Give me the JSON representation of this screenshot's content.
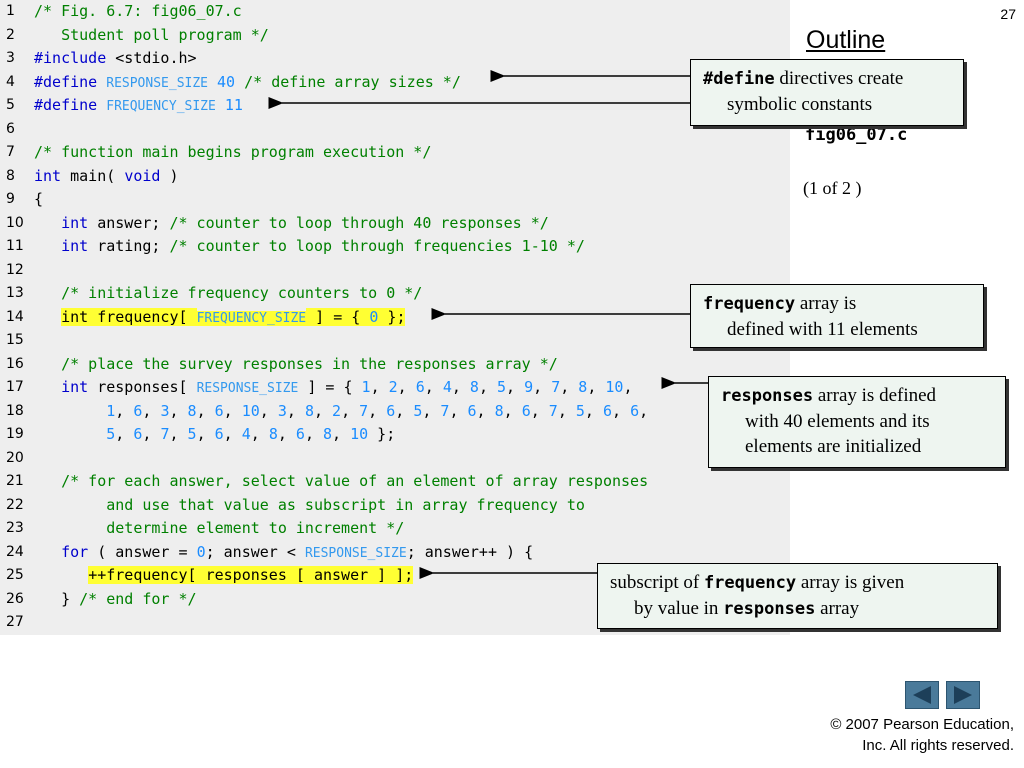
{
  "slide": {
    "number": "27",
    "outline_title": "Outline",
    "file_name": "fig06_07.c",
    "page_info": "(1 of 2 )",
    "copyright_line1": "© 2007 Pearson Education,",
    "copyright_line2": "Inc.  All rights reserved."
  },
  "code": [
    {
      "n": "1",
      "parts": [
        [
          "c",
          "/* Fig. 6.7: fig06_07.c"
        ]
      ]
    },
    {
      "n": "2",
      "parts": [
        [
          "c",
          "   Student poll program */"
        ]
      ]
    },
    {
      "n": "3",
      "parts": [
        [
          "k",
          "#include"
        ],
        [
          "t",
          " <stdio.h>"
        ]
      ]
    },
    {
      "n": "4",
      "parts": [
        [
          "k",
          "#define"
        ],
        [
          "t",
          " "
        ],
        [
          "m",
          "RESPONSE_SIZE"
        ],
        [
          "t",
          " "
        ],
        [
          "n",
          "40"
        ],
        [
          "t",
          " "
        ],
        [
          "c",
          "/* define array sizes */"
        ]
      ]
    },
    {
      "n": "5",
      "parts": [
        [
          "k",
          "#define"
        ],
        [
          "t",
          " "
        ],
        [
          "m",
          "FREQUENCY_SIZE"
        ],
        [
          "t",
          " "
        ],
        [
          "n",
          "11"
        ]
      ]
    },
    {
      "n": "6",
      "parts": []
    },
    {
      "n": "7",
      "parts": [
        [
          "c",
          "/* function main begins program execution */"
        ]
      ]
    },
    {
      "n": "8",
      "parts": [
        [
          "k",
          "int"
        ],
        [
          "t",
          " main( "
        ],
        [
          "k",
          "void"
        ],
        [
          "t",
          " )"
        ]
      ]
    },
    {
      "n": "9",
      "parts": [
        [
          "t",
          "{"
        ]
      ]
    },
    {
      "n": "10",
      "parts": [
        [
          "t",
          "   "
        ],
        [
          "k",
          "int"
        ],
        [
          "t",
          " answer; "
        ],
        [
          "c",
          "/* counter to loop through 40 responses */"
        ]
      ]
    },
    {
      "n": "11",
      "parts": [
        [
          "t",
          "   "
        ],
        [
          "k",
          "int"
        ],
        [
          "t",
          " rating; "
        ],
        [
          "c",
          "/* counter to loop through frequencies 1-10 */"
        ]
      ]
    },
    {
      "n": "12",
      "parts": []
    },
    {
      "n": "13",
      "parts": [
        [
          "t",
          "   "
        ],
        [
          "c",
          "/* initialize frequency counters to 0 */"
        ]
      ]
    },
    {
      "n": "14",
      "parts": [
        [
          "t",
          "   "
        ],
        [
          "hk",
          "int frequency[ "
        ],
        [
          "hm",
          "FREQUENCY_SIZE"
        ],
        [
          "hk",
          " ] = { "
        ],
        [
          "hn",
          "0"
        ],
        [
          "hk",
          " };"
        ]
      ]
    },
    {
      "n": "15",
      "parts": []
    },
    {
      "n": "16",
      "parts": [
        [
          "t",
          "   "
        ],
        [
          "c",
          "/* place the survey responses in the responses array */"
        ]
      ]
    },
    {
      "n": "17",
      "parts": [
        [
          "t",
          "   "
        ],
        [
          "k",
          "int"
        ],
        [
          "t",
          " responses[ "
        ],
        [
          "m",
          "RESPONSE_SIZE"
        ],
        [
          "t",
          " ] = { "
        ],
        [
          "n",
          "1"
        ],
        [
          "t",
          ", "
        ],
        [
          "n",
          "2"
        ],
        [
          "t",
          ", "
        ],
        [
          "n",
          "6"
        ],
        [
          "t",
          ", "
        ],
        [
          "n",
          "4"
        ],
        [
          "t",
          ", "
        ],
        [
          "n",
          "8"
        ],
        [
          "t",
          ", "
        ],
        [
          "n",
          "5"
        ],
        [
          "t",
          ", "
        ],
        [
          "n",
          "9"
        ],
        [
          "t",
          ", "
        ],
        [
          "n",
          "7"
        ],
        [
          "t",
          ", "
        ],
        [
          "n",
          "8"
        ],
        [
          "t",
          ", "
        ],
        [
          "n",
          "10"
        ],
        [
          "t",
          ","
        ]
      ]
    },
    {
      "n": "18",
      "parts": [
        [
          "t",
          "        "
        ],
        [
          "n",
          "1"
        ],
        [
          "t",
          ", "
        ],
        [
          "n",
          "6"
        ],
        [
          "t",
          ", "
        ],
        [
          "n",
          "3"
        ],
        [
          "t",
          ", "
        ],
        [
          "n",
          "8"
        ],
        [
          "t",
          ", "
        ],
        [
          "n",
          "6"
        ],
        [
          "t",
          ", "
        ],
        [
          "n",
          "10"
        ],
        [
          "t",
          ", "
        ],
        [
          "n",
          "3"
        ],
        [
          "t",
          ", "
        ],
        [
          "n",
          "8"
        ],
        [
          "t",
          ", "
        ],
        [
          "n",
          "2"
        ],
        [
          "t",
          ", "
        ],
        [
          "n",
          "7"
        ],
        [
          "t",
          ", "
        ],
        [
          "n",
          "6"
        ],
        [
          "t",
          ", "
        ],
        [
          "n",
          "5"
        ],
        [
          "t",
          ", "
        ],
        [
          "n",
          "7"
        ],
        [
          "t",
          ", "
        ],
        [
          "n",
          "6"
        ],
        [
          "t",
          ", "
        ],
        [
          "n",
          "8"
        ],
        [
          "t",
          ", "
        ],
        [
          "n",
          "6"
        ],
        [
          "t",
          ", "
        ],
        [
          "n",
          "7"
        ],
        [
          "t",
          ", "
        ],
        [
          "n",
          "5"
        ],
        [
          "t",
          ", "
        ],
        [
          "n",
          "6"
        ],
        [
          "t",
          ", "
        ],
        [
          "n",
          "6"
        ],
        [
          "t",
          ","
        ]
      ]
    },
    {
      "n": "19",
      "parts": [
        [
          "t",
          "        "
        ],
        [
          "n",
          "5"
        ],
        [
          "t",
          ", "
        ],
        [
          "n",
          "6"
        ],
        [
          "t",
          ", "
        ],
        [
          "n",
          "7"
        ],
        [
          "t",
          ", "
        ],
        [
          "n",
          "5"
        ],
        [
          "t",
          ", "
        ],
        [
          "n",
          "6"
        ],
        [
          "t",
          ", "
        ],
        [
          "n",
          "4"
        ],
        [
          "t",
          ", "
        ],
        [
          "n",
          "8"
        ],
        [
          "t",
          ", "
        ],
        [
          "n",
          "6"
        ],
        [
          "t",
          ", "
        ],
        [
          "n",
          "8"
        ],
        [
          "t",
          ", "
        ],
        [
          "n",
          "10"
        ],
        [
          "t",
          " };"
        ]
      ]
    },
    {
      "n": "20",
      "parts": []
    },
    {
      "n": "21",
      "parts": [
        [
          "t",
          "   "
        ],
        [
          "c",
          "/* for each answer, select value of an element of array responses"
        ]
      ]
    },
    {
      "n": "22",
      "parts": [
        [
          "c",
          "        and use that value as subscript in array frequency to"
        ]
      ]
    },
    {
      "n": "23",
      "parts": [
        [
          "c",
          "        determine element to increment */"
        ]
      ]
    },
    {
      "n": "24",
      "parts": [
        [
          "t",
          "   "
        ],
        [
          "k",
          "for"
        ],
        [
          "t",
          " ( answer = "
        ],
        [
          "n",
          "0"
        ],
        [
          "t",
          "; answer < "
        ],
        [
          "m",
          "RESPONSE_SIZE"
        ],
        [
          "t",
          "; answer++ ) {"
        ]
      ]
    },
    {
      "n": "25",
      "parts": [
        [
          "t",
          "      "
        ],
        [
          "hk",
          "++frequency[ responses [ answer ] ];"
        ]
      ]
    },
    {
      "n": "26",
      "parts": [
        [
          "t",
          "   } "
        ],
        [
          "c",
          "/* end for */"
        ]
      ]
    },
    {
      "n": "27",
      "parts": []
    }
  ],
  "callouts": {
    "define": {
      "mono": "#define",
      "text1": " directives create",
      "text2": "symbolic constants"
    },
    "frequency": {
      "mono": "frequency",
      "text1": " array is",
      "text2": "defined with 11 elements"
    },
    "responses": {
      "mono": "responses",
      "text1": " array is defined",
      "text2": "with 40 elements and its",
      "text3": "elements are initialized"
    },
    "subscript": {
      "pre": "subscript of ",
      "mono": "frequency",
      "text1": " array is given",
      "pre2": "by value in ",
      "mono2": "responses",
      "text2": " array"
    }
  },
  "colors": {
    "comment": "#008000",
    "keyword": "#0000cc",
    "number": "#1a8cff",
    "highlight": "#ffff33",
    "callout_bg": "#eef5f0",
    "nav": "#4a7a9a"
  },
  "icons": {
    "prev": "triangle-left-icon",
    "next": "triangle-right-icon"
  }
}
